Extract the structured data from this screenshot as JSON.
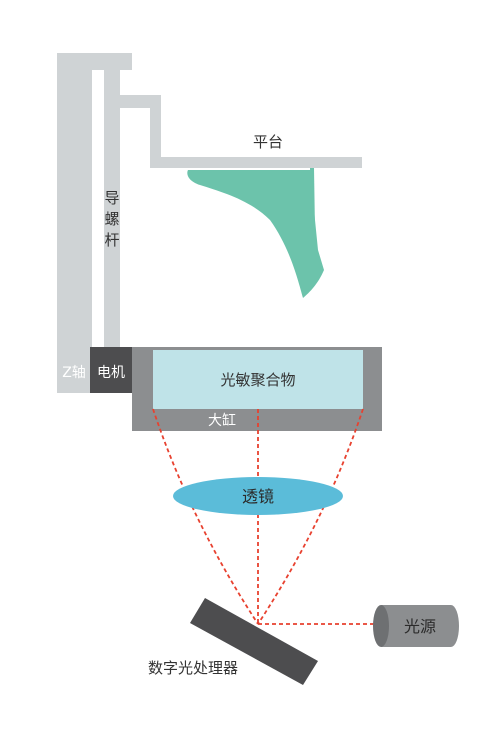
{
  "labels": {
    "z_axis": "Z轴",
    "motor": "电机",
    "lead_screw": [
      "导",
      "螺",
      "杆"
    ],
    "platform": "平台",
    "photopolymer": "光敏聚合物",
    "vat": "大缸",
    "lens": "透镜",
    "dlp": "数字光处理器",
    "light_source": "光源"
  },
  "colors": {
    "frame": "#cfd3d5",
    "motor": "#4d4d4f",
    "vat": "#8c8e90",
    "resin": "#bfe3e8",
    "printed_part": "#6cc3ab",
    "lens": "#5bbcd9",
    "dlp": "#4d4d4f",
    "light_source": "#8c8e90",
    "beam": "#e8412f"
  }
}
